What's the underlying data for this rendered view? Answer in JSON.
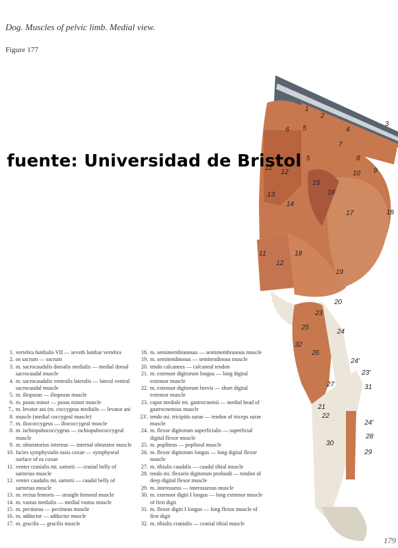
{
  "header": {
    "title": "Dog. Muscles of pelvic limb. Medial view.",
    "figure": "Figure 177"
  },
  "watermark": "fuente: Universidad de Bristol",
  "illustration": {
    "labels": [
      "1",
      "2",
      "3",
      "4",
      "5",
      "5",
      "6",
      "7",
      "8",
      "9",
      "10",
      "11",
      "12",
      "13",
      "14",
      "15",
      "16",
      "17",
      "18",
      "11",
      "12",
      "18",
      "19",
      "20",
      "23",
      "24",
      "25",
      "26",
      "32",
      "24'",
      "23'",
      "27",
      "31",
      "21",
      "22",
      "24'",
      "28",
      "30",
      "29"
    ]
  },
  "legend": {
    "left": [
      {
        "num": "1.",
        "text": "vertebra lumbalis VII — seveth lumbar vertebra"
      },
      {
        "num": "2.",
        "text": "os sacrum — sacrum"
      },
      {
        "num": "3.",
        "text": "m. sacrocaudalis dorsalis medialis — medial dorsal sacrocaudal muscle"
      },
      {
        "num": "4.",
        "text": "m. sacrocaudalis ventralis lateralis — lateral ventral sacrocaudal muscle"
      },
      {
        "num": "5.",
        "text": "m. iliopsoas — iliopsoas muscle"
      },
      {
        "num": "6.",
        "text": "m. psoas minor — psoas minor muscle"
      },
      {
        "num": "7., 8.",
        "text": "m. levator ani (m. coccygeus medialis — levator ani muscle (medial coccygeal muscle)"
      },
      {
        "num": "7.",
        "text": "m. iliococcygeus — iliococcygeal muscle"
      },
      {
        "num": "8.",
        "text": "m. ischiopubococcygeus — ischiopubococcygeal muscle"
      },
      {
        "num": "9.",
        "text": "m. obturatorius internus — internal obturator muscle"
      },
      {
        "num": "10.",
        "text": "facies symphysialis ossis coxae — symphyseal surface of os coxae"
      },
      {
        "num": "11.",
        "text": "venter cranialis mi. sartorii — cranial belly of sartorius muscle"
      },
      {
        "num": "12.",
        "text": "venter caudalis mi. sartorii — caudal belly of sartorius muscle"
      },
      {
        "num": "13.",
        "text": "m. rectus femoris — straight femoral muscle"
      },
      {
        "num": "14.",
        "text": "m. vastus medialis — medial vastus muscle"
      },
      {
        "num": "15.",
        "text": "m. pectineus — pectineus muscle"
      },
      {
        "num": "16.",
        "text": "m. adductor — adductor muscle"
      },
      {
        "num": "17.",
        "text": "m. gracilis — gracilis muscle"
      }
    ],
    "right": [
      {
        "num": "18.",
        "text": "m. semimembranosus — semimembranous muscle"
      },
      {
        "num": "19.",
        "text": "m. semitendinosus — semitendinous muscle"
      },
      {
        "num": "20.",
        "text": "tendo calcaneus — calcaneal tendon"
      },
      {
        "num": "21.",
        "text": "m. extensor digitorum longus — long digital extensor muscle"
      },
      {
        "num": "22.",
        "text": "m. extensor digitorum brevis — short digital extensor muscle"
      },
      {
        "num": "23.",
        "text": "caput mediale mi. gastrocnemii — medial head of gastrocnemius muscle"
      },
      {
        "num": "23'.",
        "text": "tendo mi. tricipitis surae — tendon of triceps surae muscle"
      },
      {
        "num": "24.",
        "text": "m. flexor digitorum superficialis — superficial digital flexor muscle"
      },
      {
        "num": "25.",
        "text": "m. popliteus — popliteal muscle"
      },
      {
        "num": "26.",
        "text": "m. flexor digitorum longus — long digital flexor muscle"
      },
      {
        "num": "27.",
        "text": "m. tibialis caudalis — caudal tibial muscle"
      },
      {
        "num": "28.",
        "text": "tendo mi. flexoris digitorum profundi — tendon of deep digital flexor muscle"
      },
      {
        "num": "29.",
        "text": "m. interosseus — interosseous muscle"
      },
      {
        "num": "30.",
        "text": "m. extensor digiti I longus — long extensor muscle of first digit"
      },
      {
        "num": "31.",
        "text": "m. flexor digiti I longus — long flexor muscle of first digit"
      },
      {
        "num": "32.",
        "text": "m. tibialis cranialis — cranial tibial muscle"
      }
    ]
  },
  "page_number": "179",
  "colors": {
    "muscle": "#c8784f",
    "muscle_dark": "#a9573a",
    "tendon": "#ece6da",
    "bone": "#d9d3c4",
    "spine": "#5a6470"
  }
}
